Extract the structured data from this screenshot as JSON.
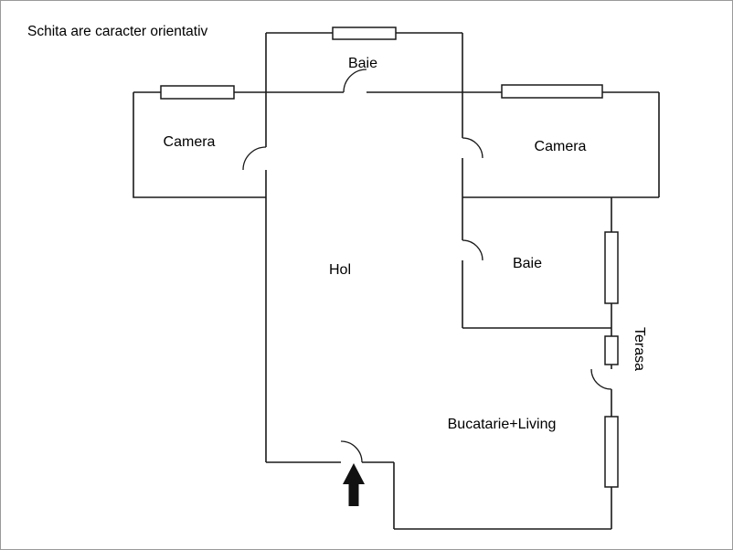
{
  "page": {
    "background": "#ffffff",
    "border_color": "#9a9a9a"
  },
  "disclaimer": "Schita are caracter orientativ",
  "rooms": {
    "baie_top": "Baie",
    "camera_left": "Camera",
    "camera_right": "Camera",
    "hol": "Hol",
    "baie_right": "Baie",
    "bucatarie_living": "Bucatarie+Living",
    "terasa": "Terasa"
  },
  "symbols": {
    "entrance_arrow": "up-arrow"
  },
  "colors": {
    "wall": "#1a1a1a",
    "text": "#000000"
  }
}
